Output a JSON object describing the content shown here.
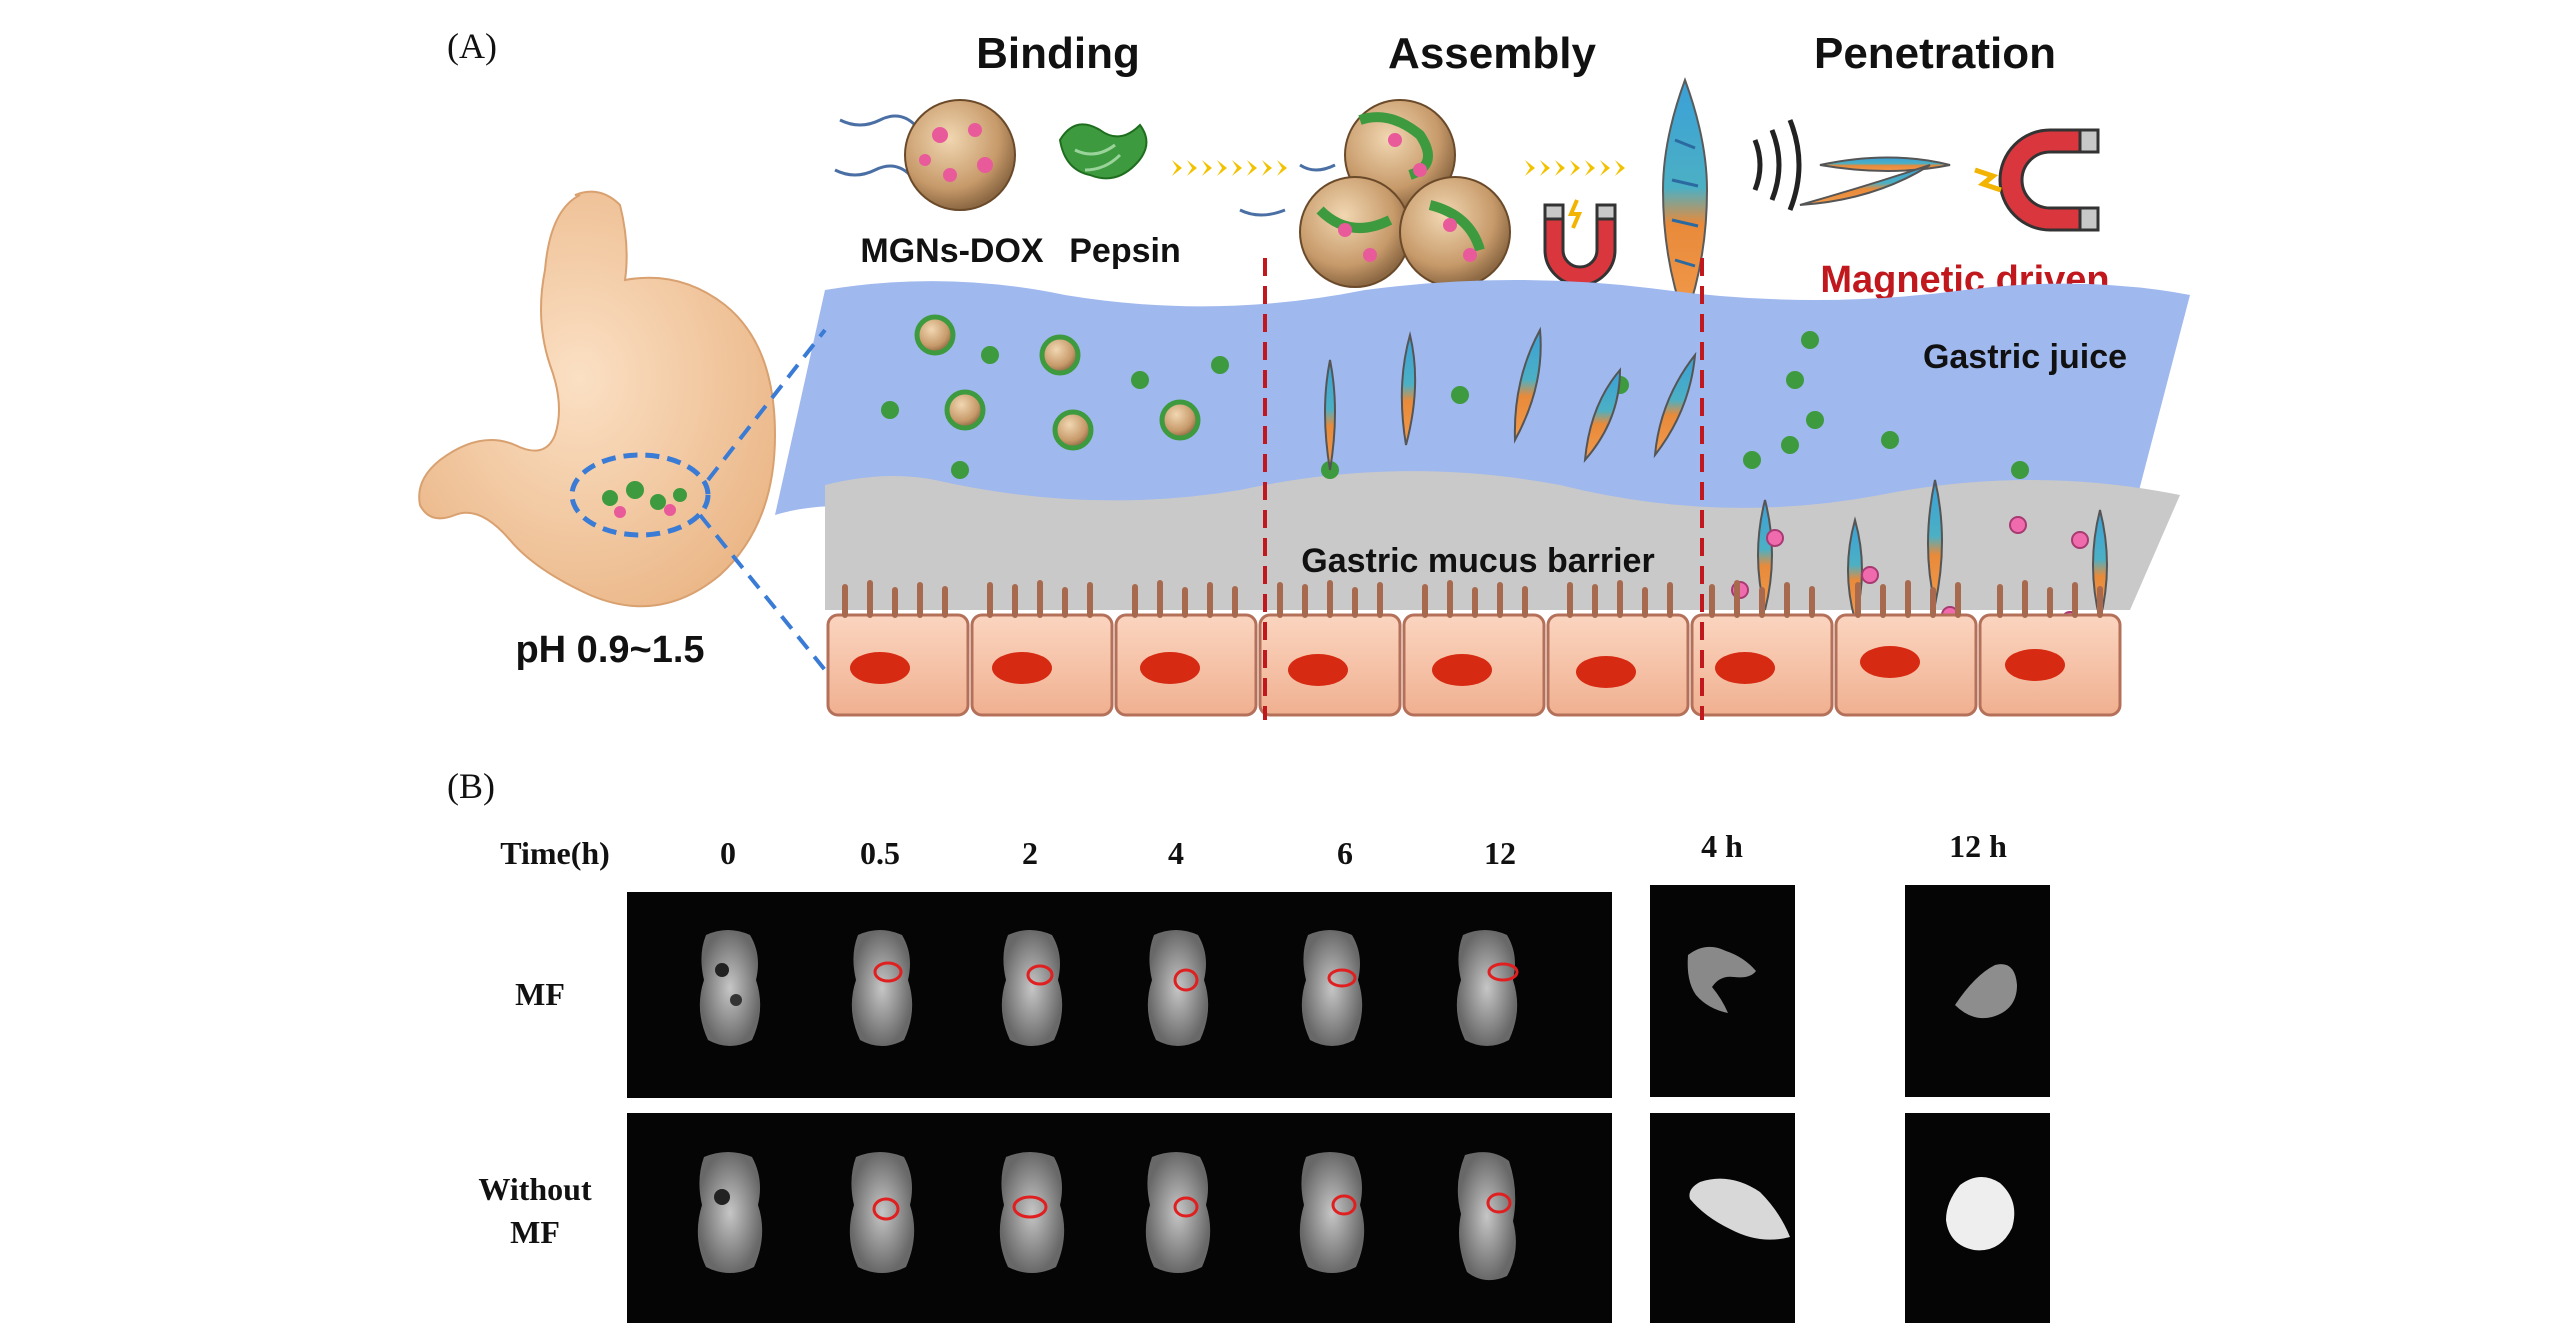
{
  "panel_a": {
    "label": "(A)",
    "stages": {
      "binding": "Binding",
      "assembly": "Assembly",
      "penetration": "Penetration"
    },
    "materials": {
      "mgns_dox": "MGNs-DOX",
      "pepsin": "Pepsin"
    },
    "magnetic_driven": "Magnetic driven",
    "gastric_juice": "Gastric juice",
    "mucus_barrier": "Gastric mucus barrier",
    "ph": "pH 0.9~1.5"
  },
  "panel_b": {
    "label": "(B)",
    "time_header": "Time(h)",
    "timepoints": [
      "0",
      "0.5",
      "2",
      "4",
      "6",
      "12"
    ],
    "row_mf": "MF",
    "row_without_line1": "Without",
    "row_without_line2": "MF",
    "side_labels": [
      "4 h",
      "12 h"
    ]
  },
  "colors": {
    "gastric_juice": "#9fb8ee",
    "mucus": "#c8c8c8",
    "cell": "#f7c4a8",
    "nucleus": "#d62a12",
    "divider": "#c0181c",
    "magnetic_text": "#c0181c",
    "stomach": "#f2c69d",
    "zoom_line": "#3a7bd5",
    "mri_bg": "#050505"
  }
}
